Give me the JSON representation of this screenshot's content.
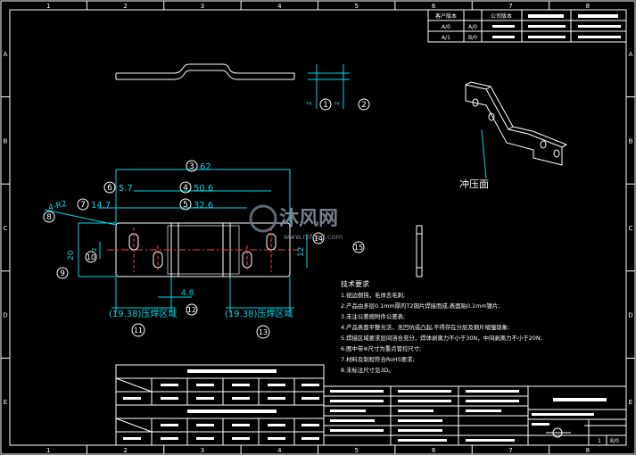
{
  "border_columns": [
    "1",
    "2",
    "3",
    "4",
    "5",
    "6",
    "7",
    "8"
  ],
  "border_rows": [
    "A",
    "B",
    "C",
    "D",
    "E"
  ],
  "revision_table": {
    "header": [
      "客户版本",
      "公司版本",
      "",
      "",
      "",
      ""
    ],
    "rows": [
      [
        "A/0",
        "A/0"
      ],
      [
        "A/1",
        "B/0"
      ]
    ]
  },
  "callouts": [
    "1",
    "2",
    "3",
    "4",
    "5",
    "6",
    "7",
    "8",
    "9",
    "10",
    "11",
    "12",
    "13",
    "14",
    "15"
  ],
  "dims": {
    "d62": "62",
    "d50_6": "50.6",
    "d32_6": "32.6",
    "d5_7": "5.7",
    "d14_7": "14.7",
    "d4_8": "4.8",
    "r2": "4-R2",
    "v20": "20",
    "v12": "12",
    "v2": "2",
    "t_small_1": "2",
    "t_small_2": "2"
  },
  "weld_zone_left": "(19.38)压焊区域",
  "weld_zone_right": "(19.38)压焊区域",
  "punch_face": "冲压面",
  "watermark": {
    "brand": "沐风网",
    "url": "www.mfcad.com"
  },
  "notes": {
    "title": "技术要求",
    "items": [
      "1.锐边倒钝，毛体去毛刺;",
      "2.产品由多层0.1mm厚的T2铜片焊接而成,表面贴0.1mm镍片;",
      "3.未注公差按附件公差表;",
      "4.产品表面平整光洁，无凹坑或凸起,不得存在分层及铜片褶皱现象;",
      "5.焊接区域要求层间溶合充分，焊体剥离力不小于30N，中间剥离力不小于20N;",
      "6.图中带※尺寸为重点管控尺寸;",
      "7.材料及制程符合RoHS要求;",
      "8.未标注尺寸见3D。"
    ]
  },
  "drawing_no": "B/0",
  "sheet": "1",
  "colors": {
    "background": "#000000",
    "cyan": "#00d8e8",
    "white": "#ffffff",
    "red": "#ff3a3a"
  }
}
